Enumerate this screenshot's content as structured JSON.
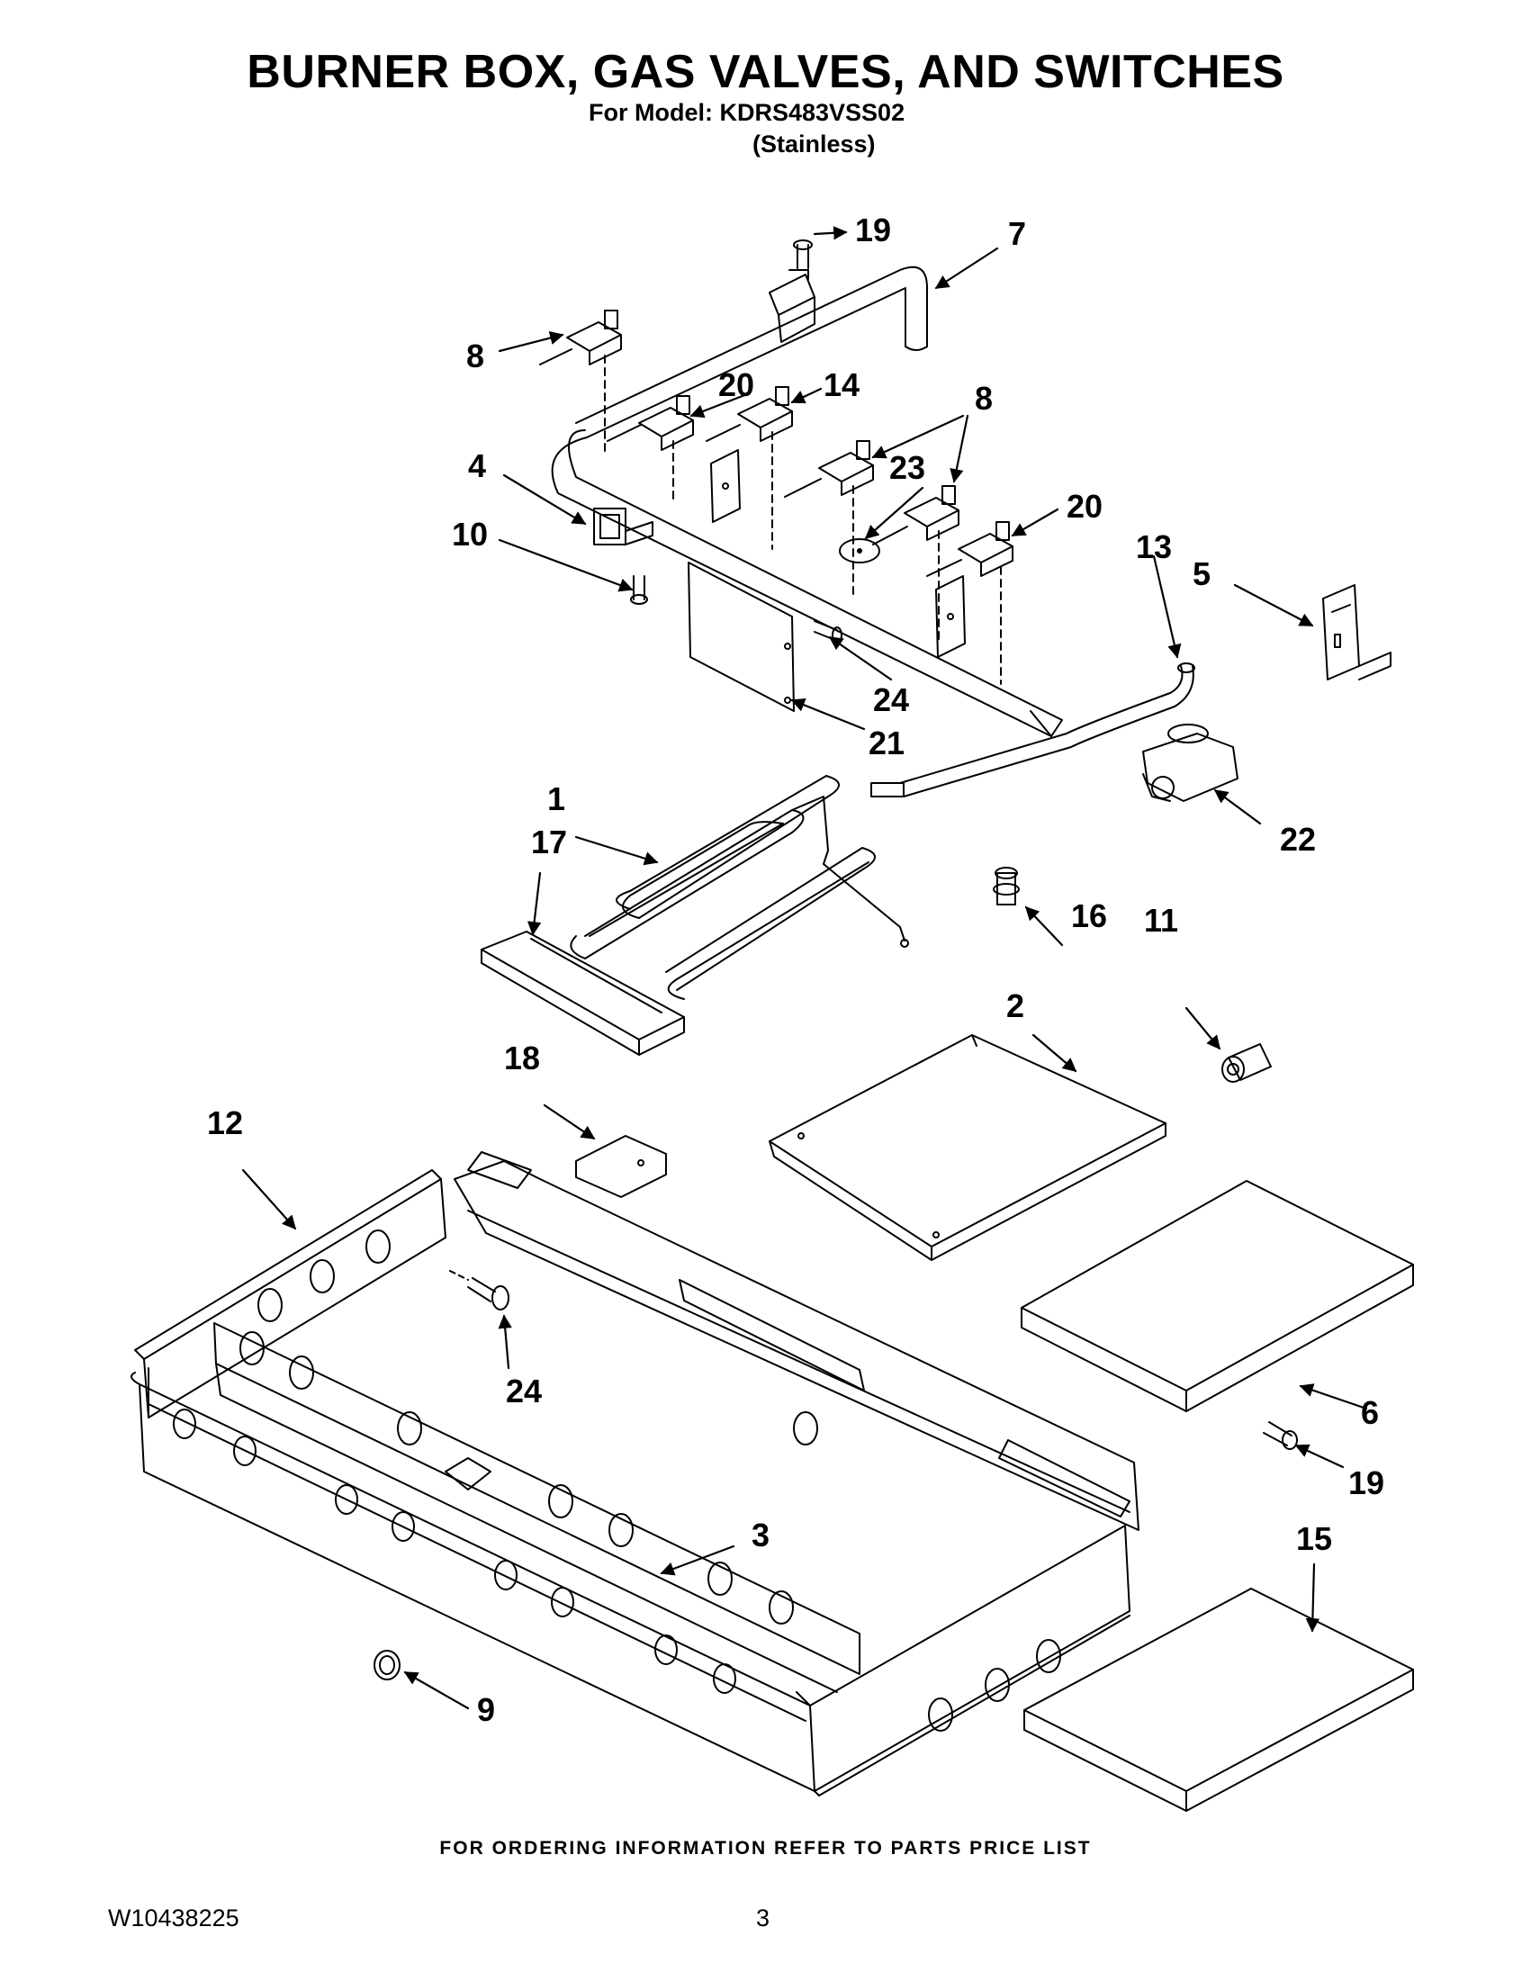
{
  "title": "BURNER BOX, GAS VALVES, AND SWITCHES",
  "model_line": "For Model: KDRS483VSS02",
  "finish_line": "(Stainless)",
  "footer_note": "FOR ORDERING INFORMATION REFER TO PARTS PRICE LIST",
  "document_number": "W10438225",
  "page_number": "3",
  "callouts": {
    "c1": "1",
    "c2": "2",
    "c3": "3",
    "c4": "4",
    "c5": "5",
    "c6": "6",
    "c7": "7",
    "c8a": "8",
    "c8b": "8",
    "c9": "9",
    "c10": "10",
    "c11": "11",
    "c12": "12",
    "c13": "13",
    "c14": "14",
    "c15": "15",
    "c16": "16",
    "c17": "17",
    "c18": "18",
    "c19a": "19",
    "c19b": "19",
    "c20a": "20",
    "c20b": "20",
    "c21": "21",
    "c22": "22",
    "c23": "23",
    "c24a": "24",
    "c24b": "24"
  }
}
